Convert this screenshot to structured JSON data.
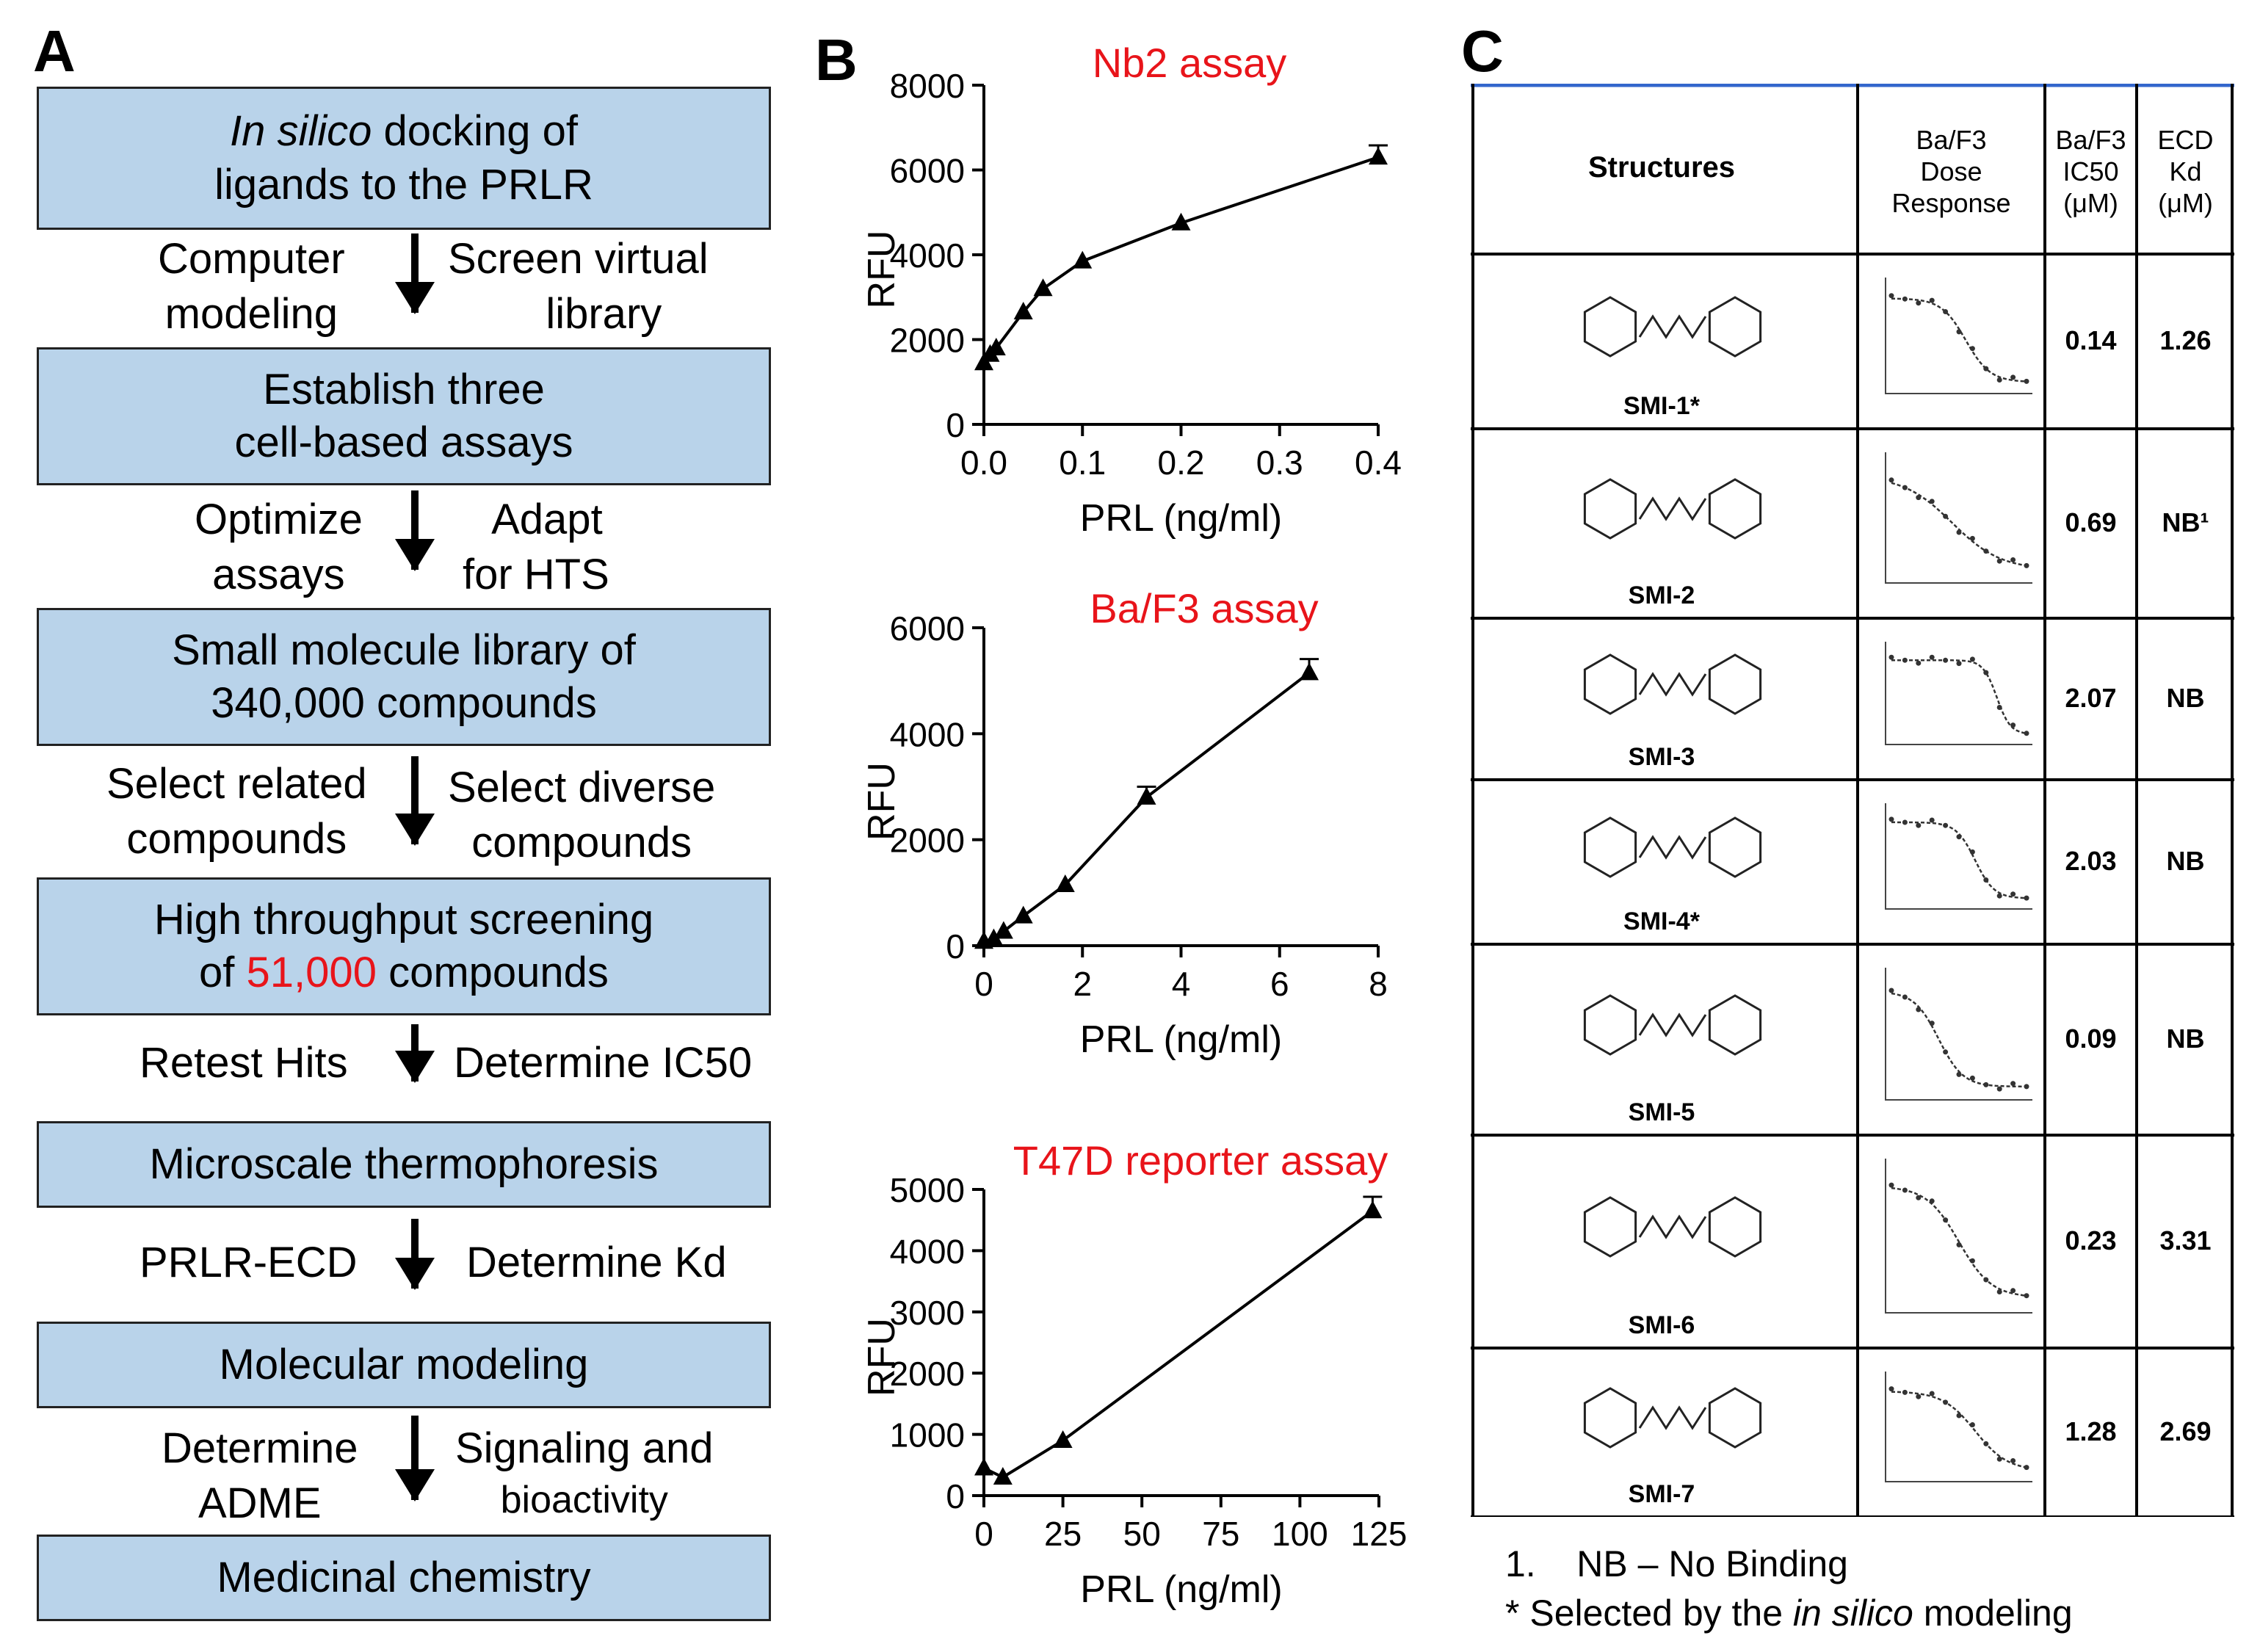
{
  "panels": {
    "a": "A",
    "b": "B",
    "c": "C"
  },
  "flow": {
    "boxes": [
      {
        "em": "In silico",
        "text": " docking of",
        "line2": "ligands to the PRLR"
      },
      {
        "line1": "Establish three",
        "line2": "cell-based assays"
      },
      {
        "line1": "Small molecule library of",
        "line2": "340,000 compounds"
      },
      {
        "line1": "High throughput screening",
        "pre": "of ",
        "red": "51,000",
        "post": " compounds"
      },
      {
        "line1": "Microscale thermophoresis"
      },
      {
        "line1": "Molecular modeling"
      },
      {
        "line1": "Medicinal chemistry"
      }
    ],
    "steps": [
      {
        "left1": "Computer",
        "left2": "modeling",
        "right1": "Screen virtual",
        "right2": "library"
      },
      {
        "left1": "Optimize",
        "left2": "assays",
        "right1": "Adapt",
        "right2": "for HTS"
      },
      {
        "left1": "Select related",
        "left2": "compounds",
        "right1": "Select diverse",
        "right2": "compounds"
      },
      {
        "left1": "Retest Hits",
        "left2": "",
        "right1": "Determine IC50",
        "right2": ""
      },
      {
        "left1": "PRLR-ECD",
        "left2": "",
        "right1": "Determine Kd",
        "right2": ""
      },
      {
        "left1": "Determine",
        "left2": "ADME",
        "right1": "Signaling and",
        "right2": "bioactivity"
      }
    ]
  },
  "chart_data": [
    {
      "type": "line",
      "title": "Nb2 assay",
      "xlabel": "PRL (ng/ml)",
      "ylabel": "RFU",
      "xlim": [
        0,
        0.4
      ],
      "ylim": [
        0,
        8000
      ],
      "xticks": [
        "0.0",
        "0.1",
        "0.2",
        "0.3",
        "0.4"
      ],
      "yticks": [
        "0",
        "2000",
        "4000",
        "6000",
        "8000"
      ],
      "x": [
        0,
        0.0063,
        0.0125,
        0.04,
        0.06,
        0.1,
        0.2,
        0.4
      ],
      "y": [
        1450,
        1650,
        1800,
        2650,
        3200,
        3850,
        4750,
        6300
      ],
      "err": [
        0,
        0,
        0,
        0,
        0,
        0,
        0,
        280
      ]
    },
    {
      "type": "line",
      "title": "Ba/F3 assay",
      "xlabel": "PRL (ng/ml)",
      "ylabel": "RFU",
      "xlim": [
        0,
        8
      ],
      "ylim": [
        0,
        6000
      ],
      "xticks": [
        "0",
        "2",
        "4",
        "6",
        "8"
      ],
      "yticks": [
        "0",
        "2000",
        "4000",
        "6000"
      ],
      "x": [
        0,
        0.2,
        0.4,
        0.8,
        1.65,
        3.3,
        6.6
      ],
      "y": [
        80,
        130,
        270,
        560,
        1150,
        2800,
        5150
      ],
      "err": [
        0,
        0,
        0,
        0,
        0,
        200,
        260
      ]
    },
    {
      "type": "line",
      "title": "T47D reporter assay",
      "xlabel": "PRL (ng/ml)",
      "ylabel": "RFU",
      "xlim": [
        0,
        125
      ],
      "ylim": [
        0,
        5000
      ],
      "xticks": [
        "0",
        "25",
        "50",
        "75",
        "100",
        "125"
      ],
      "yticks": [
        "0",
        "1000",
        "2000",
        "3000",
        "4000",
        "5000"
      ],
      "x": [
        0,
        6,
        25,
        123
      ],
      "y": [
        450,
        300,
        900,
        4650
      ],
      "err": [
        0,
        0,
        0,
        230
      ]
    }
  ],
  "table": {
    "headers": {
      "structures": "Structures",
      "dose": [
        "Ba/F3",
        "Dose",
        "Response"
      ],
      "ic50": [
        "Ba/F3",
        "IC50",
        "(μM)"
      ],
      "kd": [
        "ECD",
        "Kd",
        "(μM)"
      ]
    },
    "rows": [
      {
        "name": "SMI-1*",
        "ic50": "0.14",
        "kd": "1.26"
      },
      {
        "name": "SMI-2",
        "ic50": "0.69",
        "kd": "NB¹"
      },
      {
        "name": "SMI-3",
        "ic50": "2.07",
        "kd": "NB"
      },
      {
        "name": "SMI-4*",
        "ic50": "2.03",
        "kd": "NB"
      },
      {
        "name": "SMI-5",
        "ic50": "0.09",
        "kd": "NB"
      },
      {
        "name": "SMI-6",
        "ic50": "0.23",
        "kd": "3.31"
      },
      {
        "name": "SMI-7",
        "ic50": "1.28",
        "kd": "2.69"
      }
    ]
  },
  "footnotes": {
    "n1_num": "1.",
    "n1_text": "NB – No Binding",
    "n2_pre": "* Selected by the ",
    "n2_em": "in silico",
    "n2_post": " modeling"
  }
}
